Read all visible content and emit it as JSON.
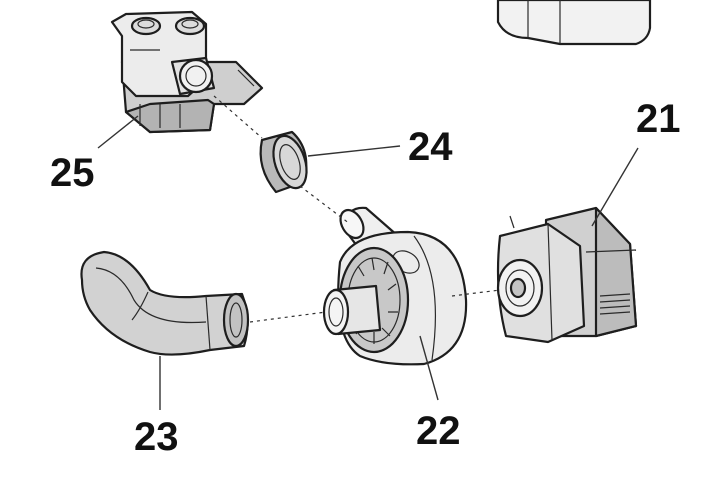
{
  "parts": [
    {
      "id": "21",
      "label": "21",
      "name": "motor"
    },
    {
      "id": "22",
      "label": "22",
      "name": "pump-volute"
    },
    {
      "id": "23",
      "label": "23",
      "name": "elbow-hose"
    },
    {
      "id": "24",
      "label": "24",
      "name": "seal-ring"
    },
    {
      "id": "25",
      "label": "25",
      "name": "valve-housing"
    }
  ],
  "colors": {
    "ink": "#1e1e1e",
    "fill_light": "#eeeeee",
    "fill_mid": "#d4d4d4",
    "fill_dark": "#a9a9a9",
    "background": "#ffffff"
  }
}
